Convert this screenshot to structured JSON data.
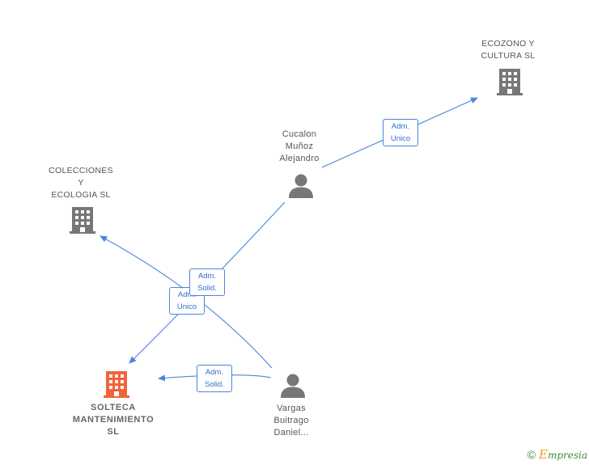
{
  "nodes": {
    "ecozono": {
      "label": [
        "ECOZONO Y",
        "CULTURA  SL"
      ],
      "icon": "building-icon",
      "color": "#777777"
    },
    "colecciones": {
      "label": [
        "COLECCIONES",
        "Y",
        "ECOLOGIA  SL"
      ],
      "icon": "building-icon",
      "color": "#777777"
    },
    "cucalon": {
      "label": [
        "Cucalon",
        "Muñoz",
        "Alejandro"
      ],
      "icon": "person-icon",
      "color": "#777777"
    },
    "solteca": {
      "label": [
        "SOLTECA",
        "MANTENIMIENTO",
        "SL"
      ],
      "icon": "building-icon",
      "color": "#f4623a"
    },
    "vargas": {
      "label": [
        "Vargas",
        "Buitrago",
        "Daniel..."
      ],
      "icon": "person-icon",
      "color": "#777777"
    }
  },
  "edges": [
    {
      "id": "cucalon-ecozono",
      "label": [
        "Adm.",
        "Unico"
      ]
    },
    {
      "id": "cucalon-solteca",
      "label": [
        "Adm.",
        "Solid."
      ]
    },
    {
      "id": "vargas-colecciones",
      "label": [
        "Adm.",
        "Unico"
      ]
    },
    {
      "id": "vargas-solteca",
      "label": [
        "Adm.",
        "Solid."
      ]
    }
  ],
  "footer": {
    "copyright": "©",
    "brand_first": "E",
    "brand_rest": "mpresia"
  },
  "colors": {
    "edge": "#4a86d8",
    "label_text": "#2f6fc6",
    "node_gray": "#777777",
    "focus": "#f4623a"
  }
}
